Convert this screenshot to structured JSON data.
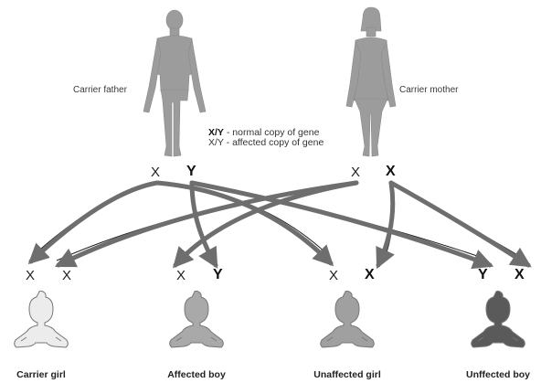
{
  "parents": {
    "father": {
      "label": "Carrier father",
      "alleles": [
        {
          "text": "X",
          "bold": false
        },
        {
          "text": "Y",
          "bold": true
        }
      ]
    },
    "mother": {
      "label": "Carrier mother",
      "alleles": [
        {
          "text": "X",
          "bold": false
        },
        {
          "text": "X",
          "bold": true
        }
      ]
    }
  },
  "legend": {
    "line1_bold": "X/Y",
    "line1_rest": " - normal copy of gene",
    "line2": "X/Y - affected copy of gene"
  },
  "children": [
    {
      "label": "Carrier girl",
      "allele1": "X",
      "allele2": "X",
      "bold1": false,
      "bold2": false,
      "color": "#ececec"
    },
    {
      "label": "Affected boy",
      "allele1": "X",
      "allele2": "Y",
      "bold1": false,
      "bold2": true,
      "color": "#a9a9a9"
    },
    {
      "label": "Unaffected girl",
      "allele1": "X",
      "allele2": "X",
      "bold1": false,
      "bold2": true,
      "color": "#a0a0a0"
    },
    {
      "label": "Unffected boy",
      "allele1": "Y",
      "allele2": "X",
      "bold1": true,
      "bold2": true,
      "color": "#5a5a5a"
    }
  ],
  "colors": {
    "adult": "#9c9c9c",
    "arrow": "#6e6e6e",
    "line": "#222222"
  },
  "icons": {
    "adult_male": "man-silhouette-icon",
    "adult_female": "woman-silhouette-icon",
    "child": "baby-silhouette-icon"
  }
}
